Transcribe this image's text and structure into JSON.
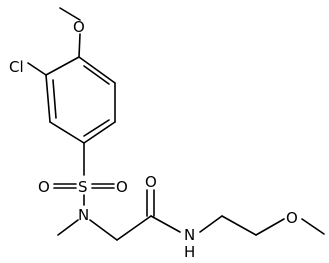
{
  "molecule": {
    "atoms": {
      "cl": "Cl",
      "o_methoxy_ring": "O",
      "s": "S",
      "o_sulfonyl_left": "O",
      "o_sulfonyl_right": "O",
      "n_sulfonamide": "N",
      "o_carbonyl": "O",
      "n_amide": "N",
      "h_amide": "H",
      "o_methoxy_chain": "O"
    }
  }
}
